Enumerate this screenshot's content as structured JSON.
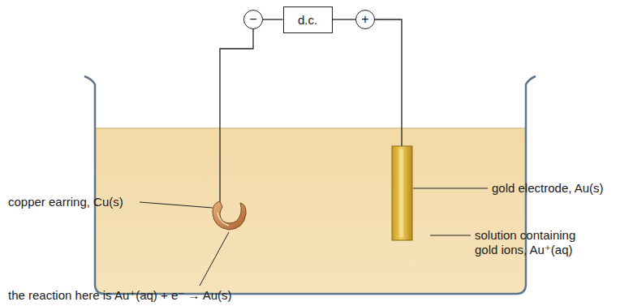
{
  "diagram": {
    "nodes": [
      {
        "text": [
          "−"
        ]
      },
      {
        "text": [
          "d.c."
        ]
      },
      {
        "text": [
          "+"
        ]
      }
    ],
    "edges": [
      {
        "from": 0,
        "to": 1,
        "arrow": "none"
      },
      {
        "from": 1,
        "to": 2,
        "arrow": "none"
      }
    ],
    "labels": [
      "copper earring, Cu(s)",
      "gold electrode, Au(s)",
      "solution containing gold ions, Au⁺(aq)",
      "the reaction here is Au⁺(aq) + e⁻ → Au(s)"
    ]
  }
}
